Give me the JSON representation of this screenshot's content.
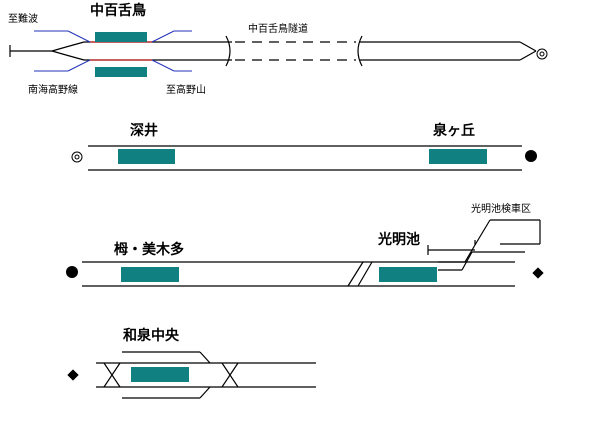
{
  "colors": {
    "line": "#000000",
    "platform": "#108080",
    "red": "#cc0000",
    "blue": "#2233bb",
    "background": "#ffffff"
  },
  "stations": {
    "nakamozu": {
      "name": "中百舌鳥",
      "to_namba": "至難波",
      "nankai_koya_line": "南海高野線",
      "to_koyasan": "至高野山",
      "tunnel": "中百舌鳥隧道"
    },
    "fukai": {
      "name": "深井"
    },
    "izumigaoka": {
      "name": "泉ヶ丘"
    },
    "toga_mikita": {
      "name": "栂・美木多"
    },
    "komyoike": {
      "name": "光明池",
      "depot": "光明池検車区"
    },
    "izumi_chuo": {
      "name": "和泉中央"
    }
  }
}
